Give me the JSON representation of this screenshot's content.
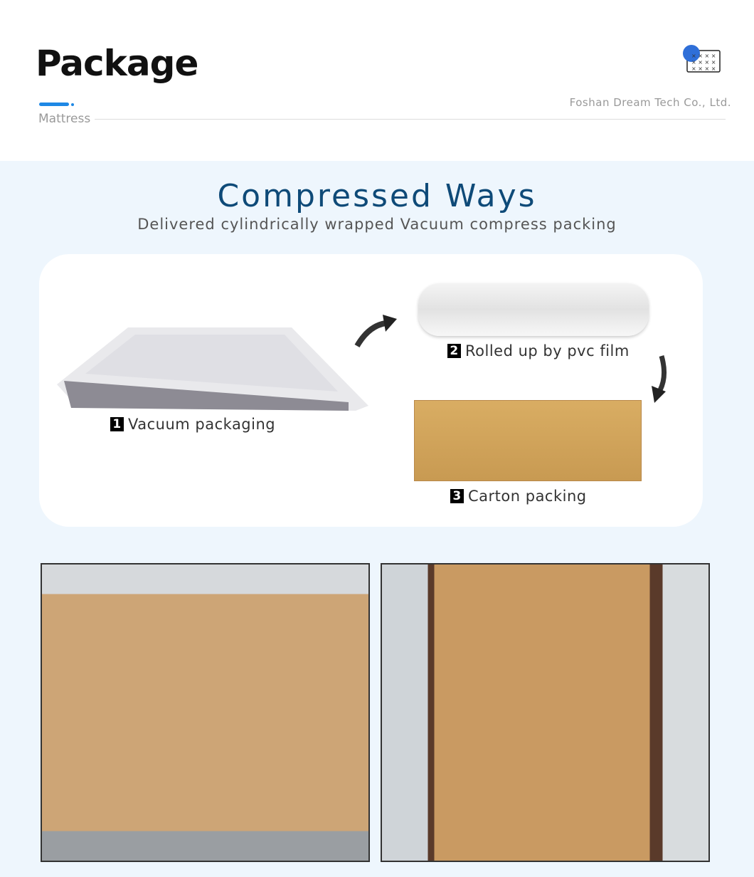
{
  "header": {
    "title": "Package",
    "subtitle": "Mattress",
    "company": "Foshan Dream Tech Co., Ltd.",
    "accent": "#1e88e5"
  },
  "section": {
    "title": "Compressed Ways",
    "subtitle": "Delivered cylindrically wrapped Vacuum compress packing",
    "title_color": "#0e4a78",
    "steps": [
      {
        "num": "1",
        "label": "Vacuum packaging"
      },
      {
        "num": "2",
        "label": "Rolled up by pvc film"
      },
      {
        "num": "3",
        "label": "Carton packing"
      }
    ]
  },
  "icons": {
    "logo": "mattress-grid-logo",
    "arrow1": "curved-arrow-up-right",
    "arrow2": "curved-arrow-down"
  }
}
